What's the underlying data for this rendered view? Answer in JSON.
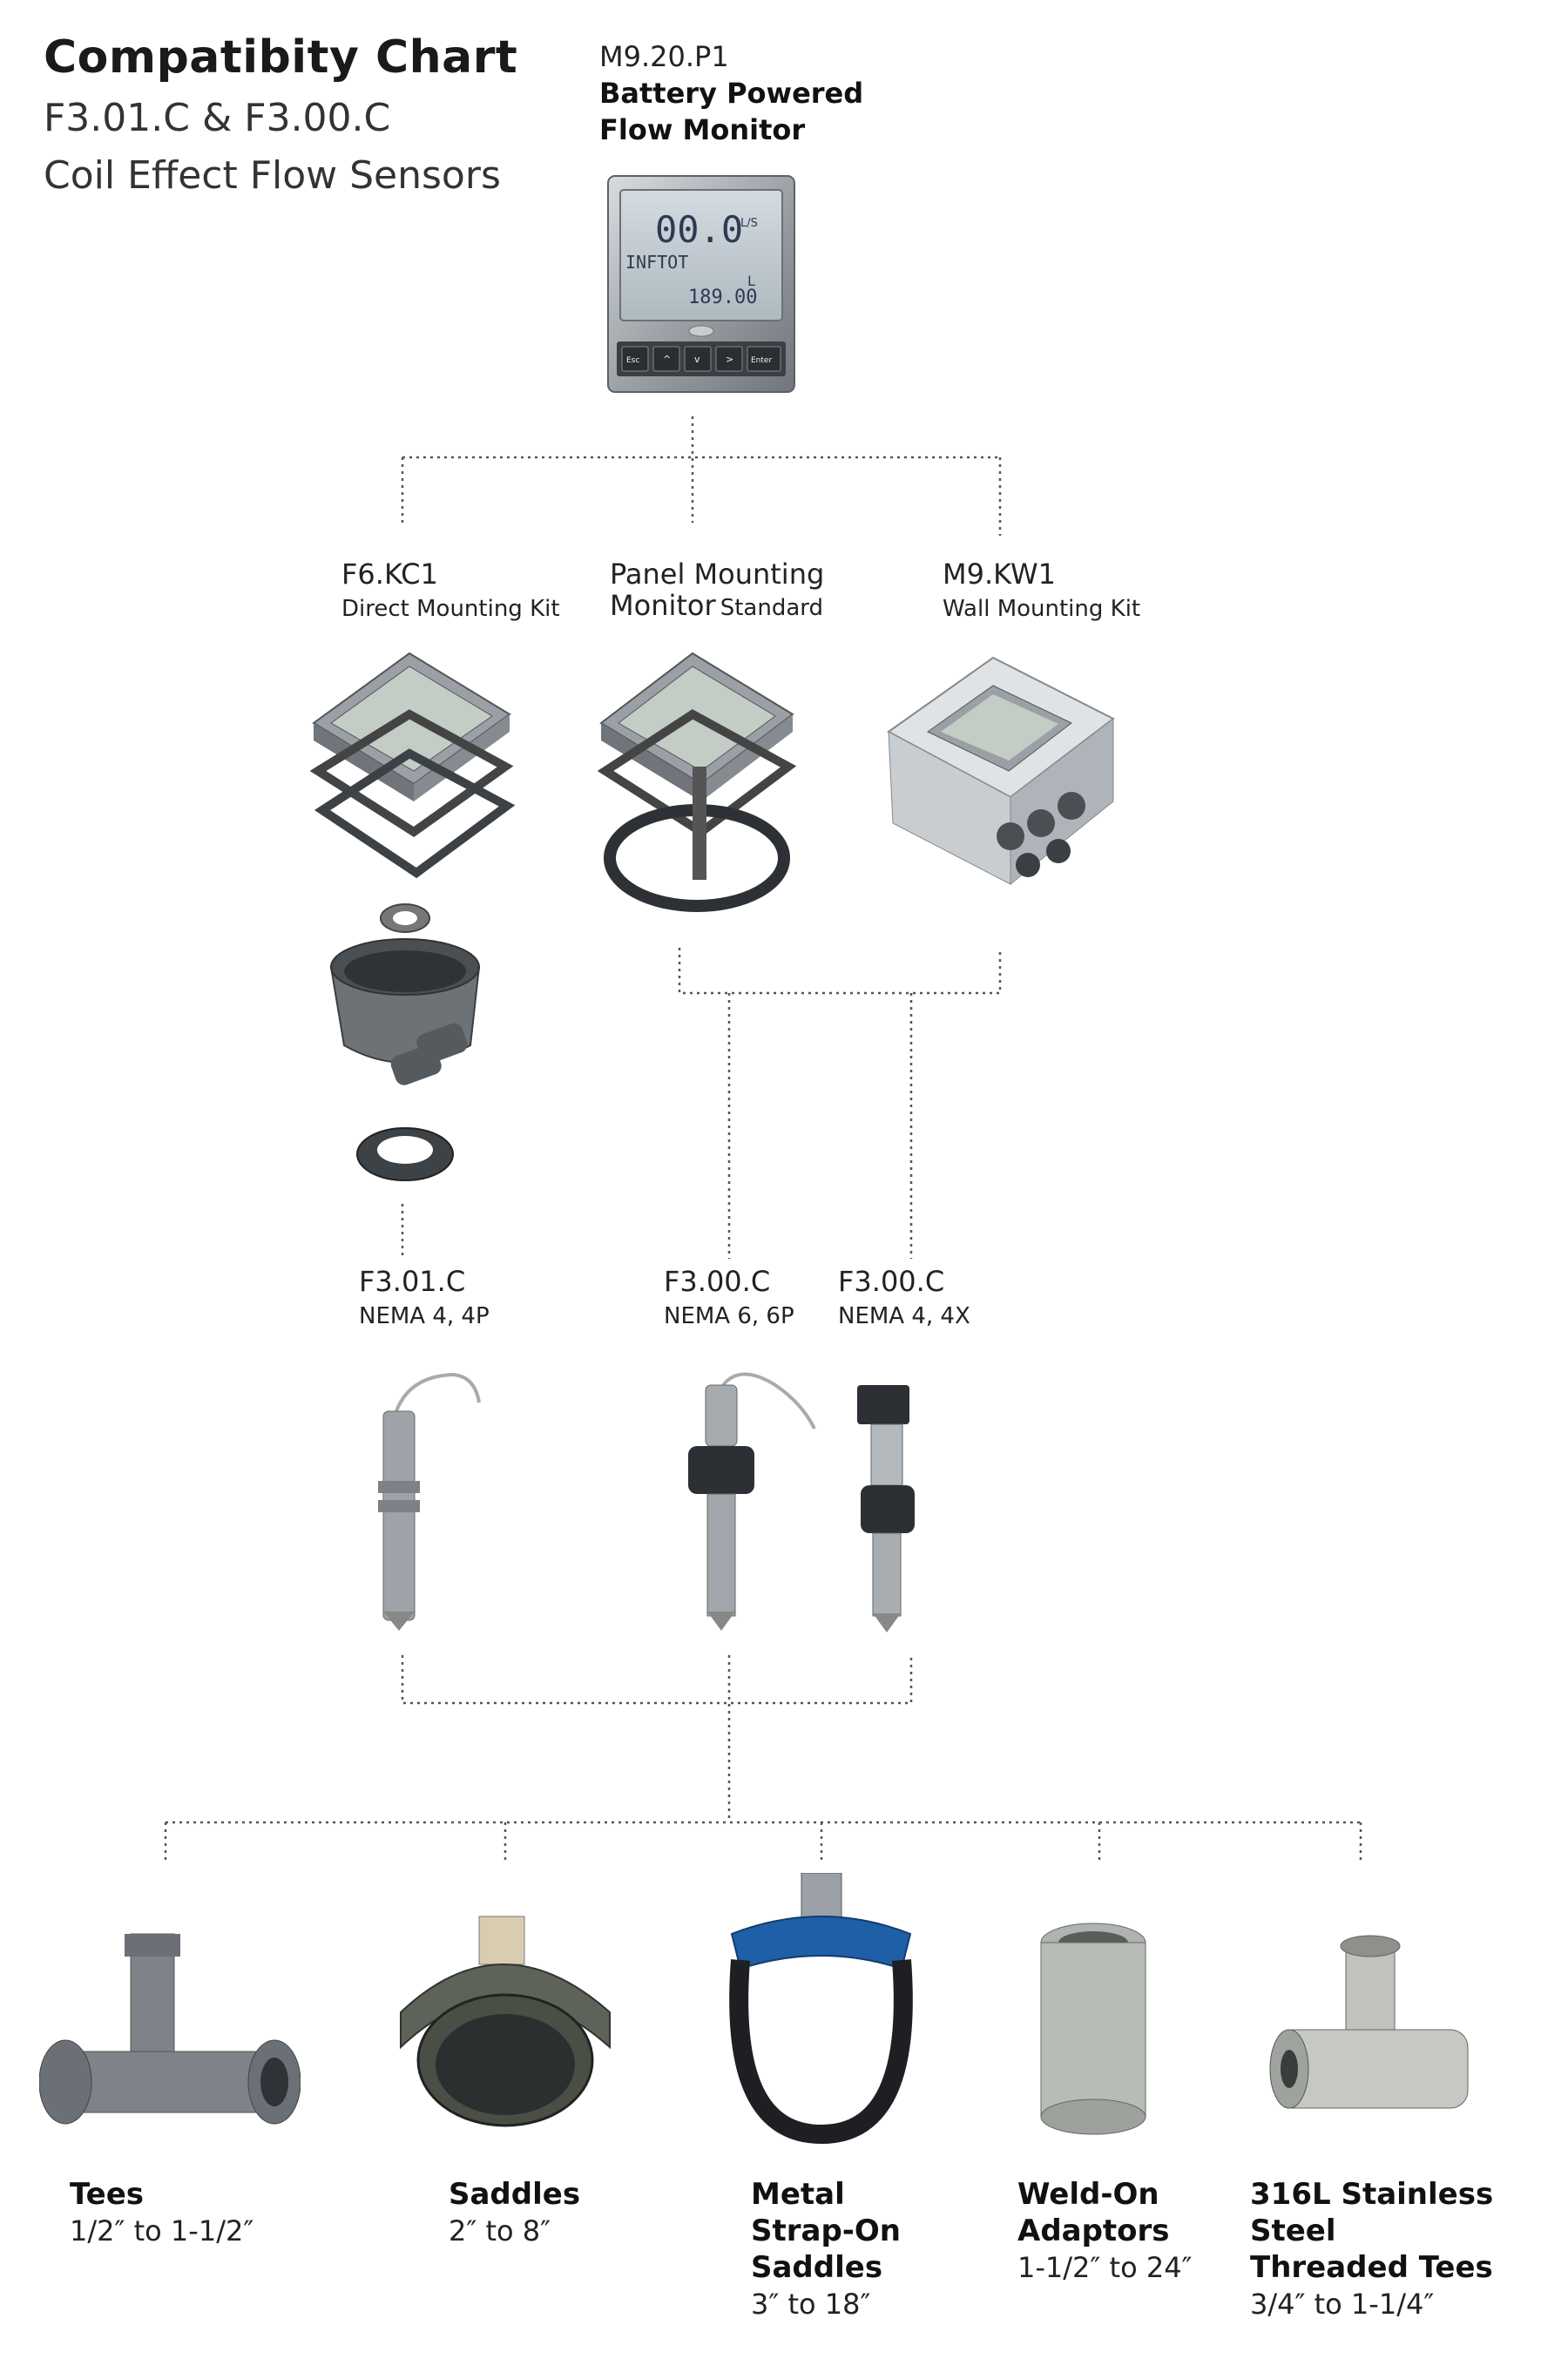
{
  "header": {
    "title": "Compatibity Chart",
    "subtitle1": "F3.01.C & F3.00.C",
    "subtitle2": "Coil Effect Flow Sensors"
  },
  "top_monitor": {
    "model": "M9.20.P1",
    "name_line1": "Battery Powered",
    "name_line2": "Flow Monitor",
    "display": {
      "main": "00.0",
      "unit": "L/S",
      "label": "INFTOT",
      "total_unit": "L",
      "total": "189.00"
    },
    "buttons": [
      "Esc",
      "^",
      "v",
      ">",
      "Enter"
    ]
  },
  "mounts": [
    {
      "model": "F6.KC1",
      "desc": "Direct Mounting Kit"
    },
    {
      "model": "Panel Mounting",
      "desc_big": "Monitor",
      "desc": "Standard"
    },
    {
      "model": "M9.KW1",
      "desc": "Wall Mounting Kit"
    }
  ],
  "sensors": [
    {
      "model": "F3.01.C",
      "rating": "NEMA 4, 4P"
    },
    {
      "model": "F3.00.C",
      "rating": "NEMA 6, 6P"
    },
    {
      "model": "F3.00.C",
      "rating": "NEMA 4, 4X"
    }
  ],
  "fittings": [
    {
      "line1": "Tees",
      "line2": "",
      "line3": "",
      "size": "1/2″ to 1-1/2″"
    },
    {
      "line1": "Saddles",
      "line2": "",
      "line3": "",
      "size": "2″ to 8″"
    },
    {
      "line1": "Metal",
      "line2": "Strap-On",
      "line3": "Saddles",
      "size": "3″ to 18″"
    },
    {
      "line1": "Weld-On",
      "line2": "Adaptors",
      "line3": "",
      "size": "1-1/2″ to 24″"
    },
    {
      "line1": "316L Stainless Steel",
      "line2": "Threaded Tees",
      "line3": "",
      "size": "3/4″ to 1-1/4″"
    }
  ],
  "colors": {
    "connector": "#555555",
    "strap_saddle_blue": "#1f5fa8",
    "pvc_grey": "#7d8389"
  }
}
